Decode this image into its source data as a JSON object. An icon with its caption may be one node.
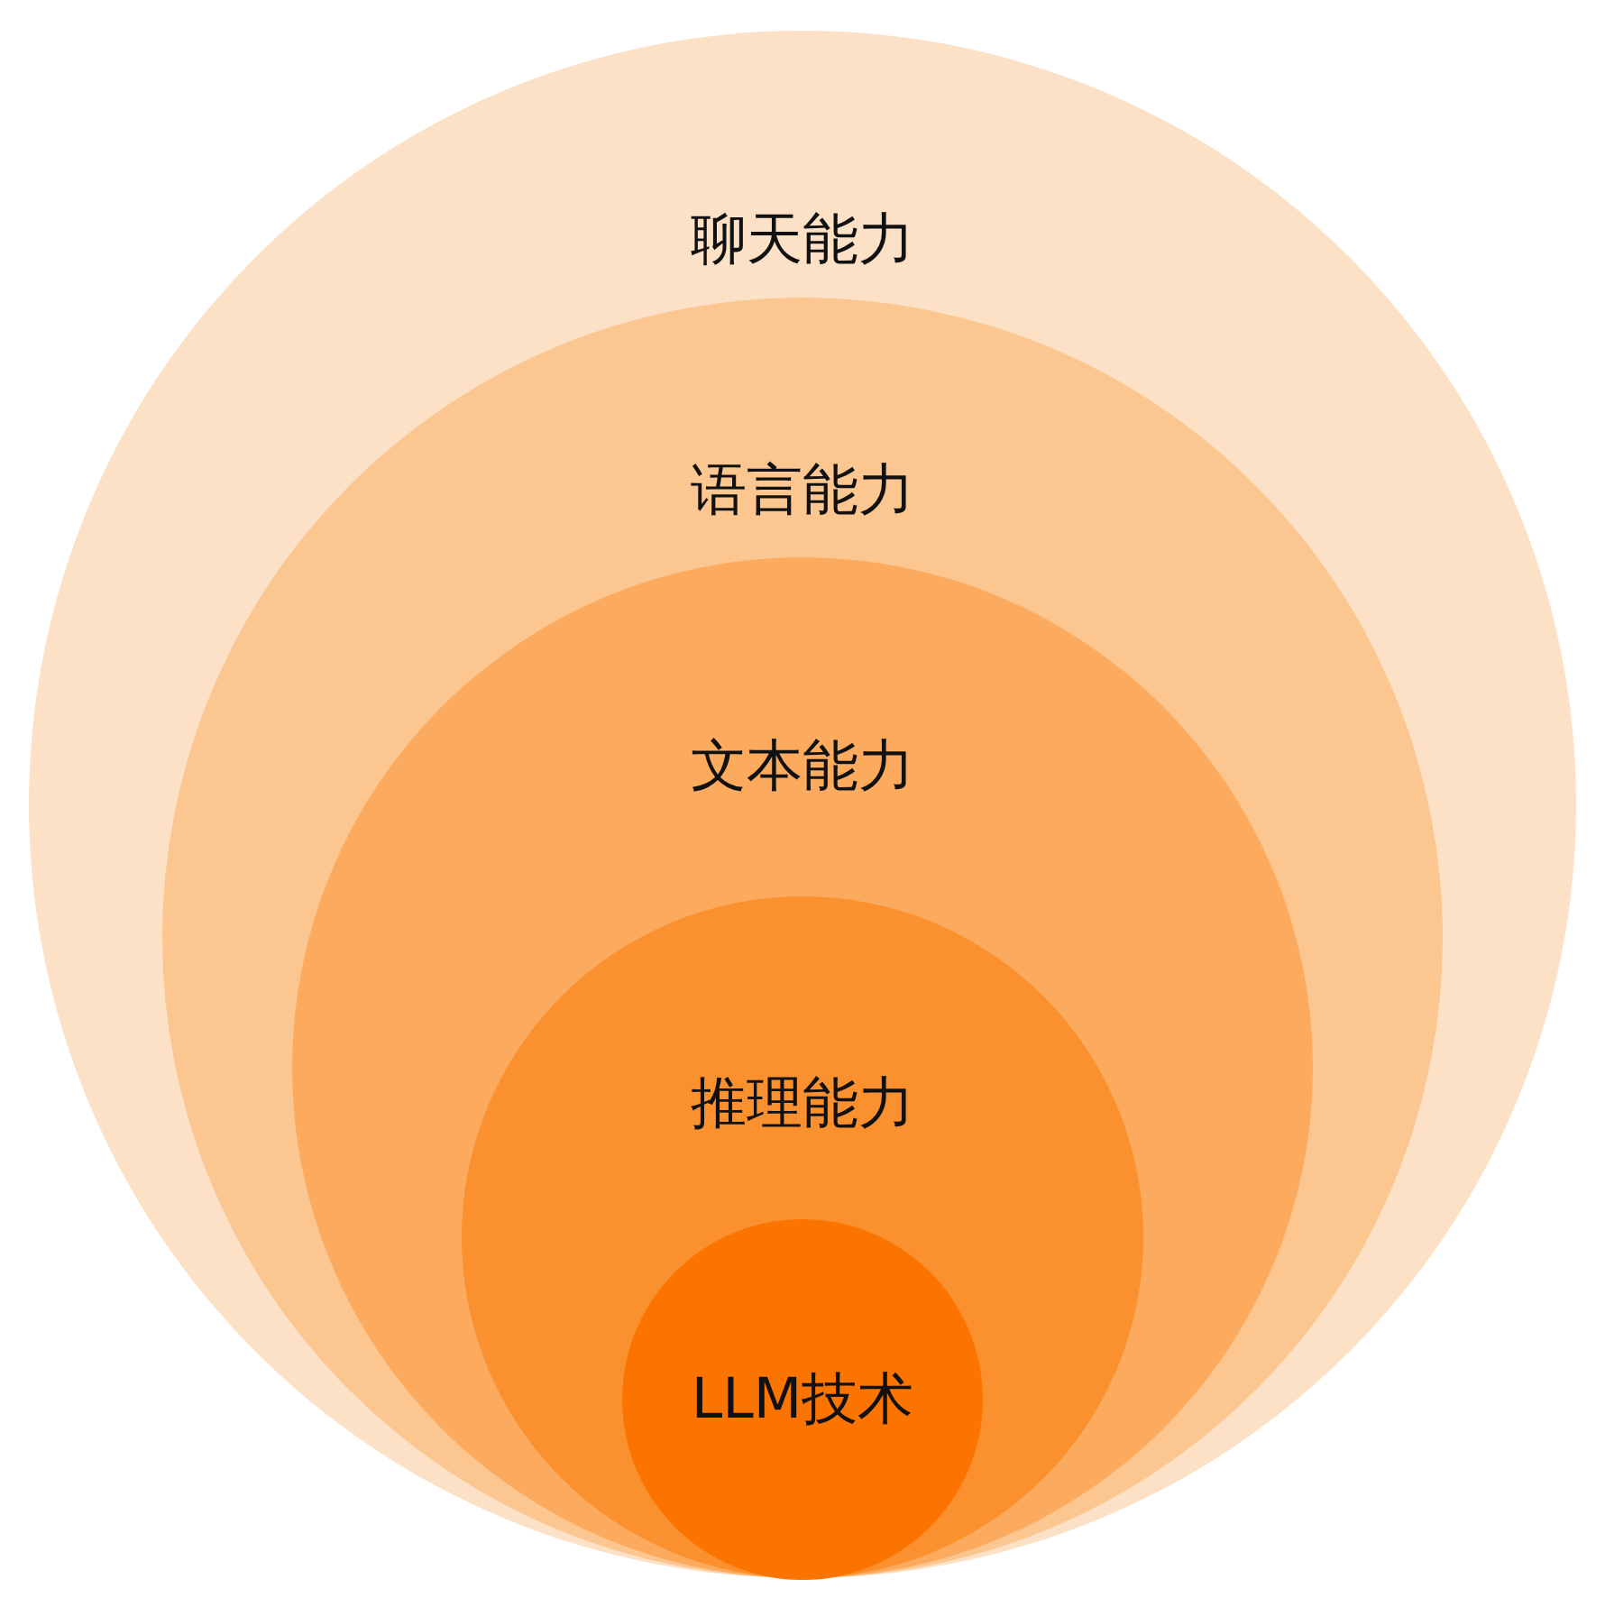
{
  "diagram": {
    "nodes": [
      {
        "text": [
          "聊天能力"
        ]
      },
      {
        "text": [
          "语言能力"
        ],
        "in": 0
      },
      {
        "text": [
          "文本能力"
        ],
        "in": 1
      },
      {
        "text": [
          "推理能力"
        ],
        "in": 2
      },
      {
        "text": [
          "LLM技术"
        ],
        "in": 3
      }
    ]
  }
}
